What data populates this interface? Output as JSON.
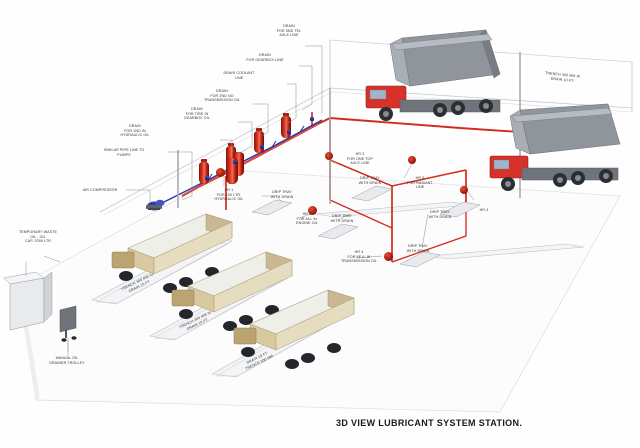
{
  "diagram": {
    "title": "3D VIEW LUBRICANT SYSTEM STATION.",
    "kind": "3d-isometric-plant-layout",
    "accent_colors": {
      "pipe_drain_red": "#d32a1e",
      "pipe_air_blue": "#2d3aa8",
      "structure_gray": "#9aa0a6",
      "tank_red": "#c22b18",
      "floor_white": "#f4f5f7",
      "text": "#333333"
    }
  },
  "labels": {
    "drain_5nd_tel_axle": "DRAIN\nFOR 5ND TEL\nAXLE LINE",
    "drain_gearbox_line": "DRAIN\nFOR GEARBOX LINE",
    "drain_coolant_line": "DRAIN COOLANT\nLINE",
    "drain_2nd_transmission": "DRAIN\nFOR 2ND NO\nTRANSMISSION OIL",
    "drain_tire_gearbox": "DRAIN\nFOR TIRE IN\nGEARBOX OIL",
    "drain_1nd_hydraulic": "DRAIN\nFOR 1ND IN\nHYDRAULIC OIL",
    "similar_pipe_line": "SIMILAR PIPE LINE TO\nPUMPS",
    "air_compressor": "AIR COMPRESSOR",
    "temporary_waste_oil": "TEMPORARY WASTE\nOIL , OIL\nCAP. 2000 LTR",
    "manual_oil_drainer": "MANUAL OIL\nDRAINER TROLLEY",
    "hr1_hydraulic": "HR 1\nFOR 100 LTR.\nHYDRAULIC OIL",
    "hr2_engine": "HR 2\nFOR ALL 4x\nENGINE OIL",
    "hr3_top_axle": "HR 3\nFOR ONE TOP\nAXLE LINE",
    "hr4_transmission": "HR 4\nFOR 6E A. W\nTRANSMISSION OIL",
    "hr5_radiant": "HR 5\nFOR RADIANT\nLINE",
    "hr4_tag": "HR 4",
    "drip_tray_1": "DRIP TRAY\nWITH DRAIN",
    "drip_tray_2": "DRIP TRAY\nWITH DRAIN",
    "drip_tray_3": "DRIP TRAY\nWITH DRAIN",
    "drip_tray_4": "DRIP TRAY\nWITH DRAIN",
    "drip_tray_5": "DRIP TRAY\nWITH DRAIN",
    "trench_1": "TRENCH 300 MM W\nDRAIN 10 FT",
    "trench_2": "TRENCH 300 MM W\nDRAIN 10 FT",
    "trench_3": "DRAIN 10 FT\nTRENCH 300 MM",
    "trench_right": "TRENCH 300 MM W\nDRAIN 10 FT"
  },
  "equipment": {
    "hose_reels": [
      {
        "id": "HR 1",
        "service": "HYDRAULIC OIL",
        "capacity": "100 LTR."
      },
      {
        "id": "HR 2",
        "service": "ENGINE OIL",
        "capacity": "ALL 4x"
      },
      {
        "id": "HR 3",
        "service": "TOP AXLE LINE",
        "capacity": "ONE"
      },
      {
        "id": "HR 4",
        "service": "TRANSMISSION OIL",
        "capacity": "6E A. W"
      },
      {
        "id": "HR 5",
        "service": "RADIANT LINE",
        "capacity": ""
      }
    ],
    "tanks_count": 6,
    "waste_tank_capacity_ltr": 2000,
    "vehicles": [
      {
        "type": "dump-truck",
        "position": "back-left"
      },
      {
        "type": "dump-truck",
        "position": "back-right"
      },
      {
        "type": "flatbed-truck",
        "position": "front-left"
      },
      {
        "type": "flatbed-truck",
        "position": "front-middle"
      },
      {
        "type": "flatbed-truck",
        "position": "front-right"
      }
    ]
  }
}
